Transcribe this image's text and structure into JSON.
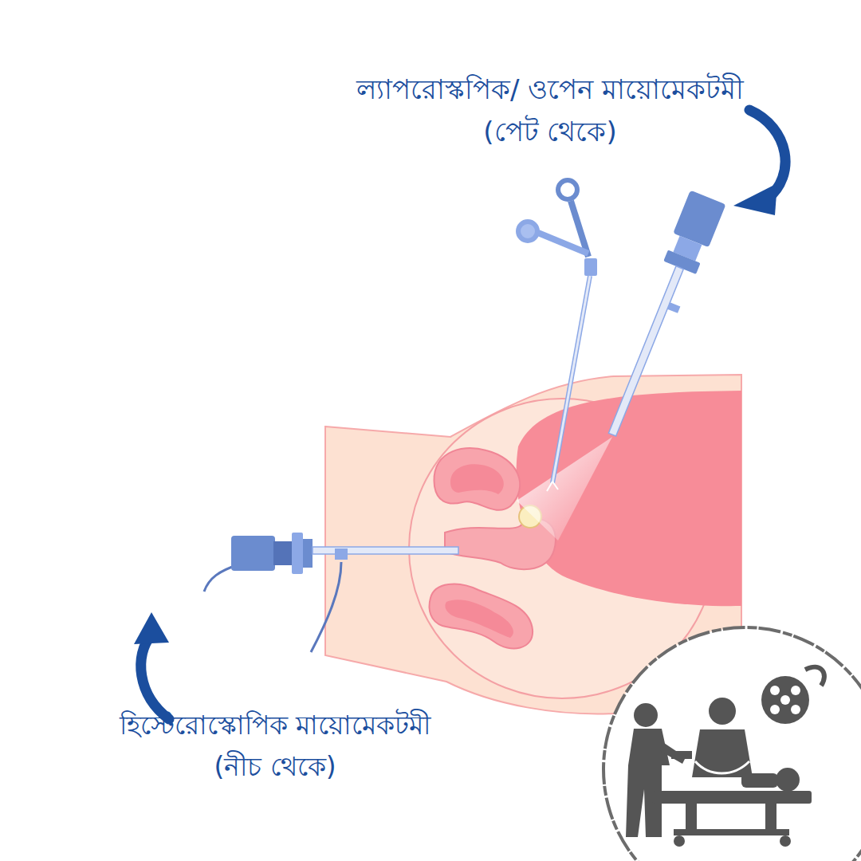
{
  "diagram": {
    "labels": [
      "ল্যাপরোস্কপিক/ ওপেন মায়োমেকটমী",
      "(পেট থেকে)",
      "হিস্টেরোস্কোপিক মায়োমেকটমী",
      "(নীচ থেকে)"
    ]
  }
}
